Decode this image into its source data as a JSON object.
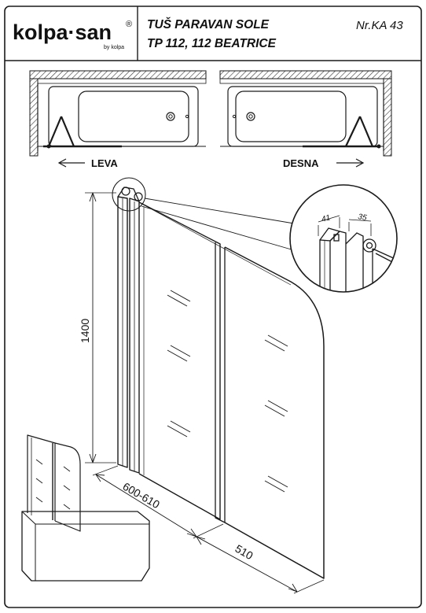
{
  "header": {
    "brand_name": "kolpa·san",
    "brand_registered": "®",
    "brand_sub": "by kolpa",
    "title_line1": "TUŠ PARAVAN SOLE",
    "title_line2": "TP 112, 112 BEATRICE",
    "doc_number": "Nr.KA 43"
  },
  "orientation": {
    "left_label": "LEVA",
    "right_label": "DESNA"
  },
  "dimensions": {
    "height": "1400",
    "fixed_width": "600-610",
    "swing_width": "510"
  },
  "detail": {
    "dim_a": "41",
    "dim_b": "35"
  },
  "colors": {
    "line": "#1a1a1a",
    "wall_hatch": "#333333",
    "background": "#ffffff"
  }
}
